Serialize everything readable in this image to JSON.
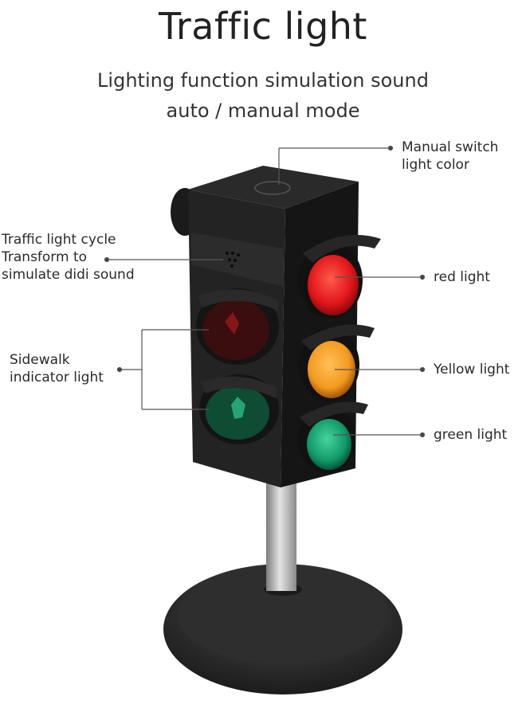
{
  "title": "Traffic light",
  "subtitle": {
    "line1": "Lighting function simulation sound",
    "line2": "auto / manual mode"
  },
  "callouts": {
    "manual_switch": [
      "Manual switch",
      "light color"
    ],
    "cycle_sound": [
      "Traffic light cycle",
      "Transform to",
      "simulate didi sound"
    ],
    "sidewalk": [
      "Sidewalk",
      "indicator light"
    ],
    "red": "red light",
    "yellow": "Yellow light",
    "green": "green light"
  },
  "colors": {
    "red": "#e0141a",
    "yellow": "#f39a1e",
    "green": "#129a6a",
    "body": "#1e1e1e"
  }
}
